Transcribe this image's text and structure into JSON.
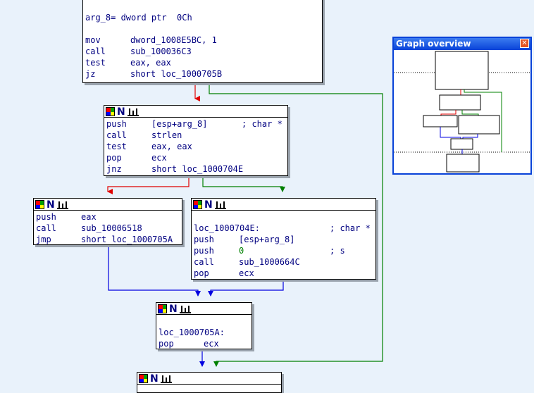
{
  "top_block": {
    "lines": [
      {
        "mn": "arg_8= dword ptr  0Ch",
        "op": ""
      },
      {
        "mn": "",
        "op": ""
      },
      {
        "mn": "mov",
        "op": "dword_1008E5BC, 1"
      },
      {
        "mn": "call",
        "op": "sub_100036C3"
      },
      {
        "mn": "test",
        "op": "eax, eax"
      },
      {
        "mn": "jz",
        "op": "short loc_1000705B"
      }
    ]
  },
  "block2": {
    "lines": [
      {
        "mn": "push",
        "op": "[esp+arg_8]",
        "cmt": "; char *"
      },
      {
        "mn": "call",
        "op": "strlen",
        "cmt": ""
      },
      {
        "mn": "test",
        "op": "eax, eax",
        "cmt": ""
      },
      {
        "mn": "pop",
        "op": "ecx",
        "cmt": ""
      },
      {
        "mn": "jnz",
        "op": "short loc_1000704E",
        "cmt": ""
      }
    ]
  },
  "block3": {
    "lines": [
      {
        "mn": "push",
        "op": "eax"
      },
      {
        "mn": "call",
        "op": "sub_10006518"
      },
      {
        "mn": "jmp",
        "op": "short loc_1000705A"
      }
    ]
  },
  "block4": {
    "label": "loc_1000704E:",
    "label_cmt": "; char *",
    "lines": [
      {
        "mn": "push",
        "op": "[esp+arg_8]",
        "cmt": ""
      },
      {
        "mn": "push",
        "op": "0",
        "cmt": "; s"
      },
      {
        "mn": "call",
        "op": "sub_1000664C",
        "cmt": ""
      },
      {
        "mn": "pop",
        "op": "ecx",
        "cmt": ""
      }
    ]
  },
  "block5": {
    "label": "loc_1000705A:",
    "lines": [
      {
        "mn": "pop",
        "op": "ecx"
      }
    ]
  },
  "overview": {
    "title": "Graph overview",
    "close_glyph": "✕"
  },
  "colors": {
    "true_edge": "#008000",
    "false_edge": "#e00000",
    "jump_edge": "#0000e0",
    "background": "#e9f2fb"
  }
}
